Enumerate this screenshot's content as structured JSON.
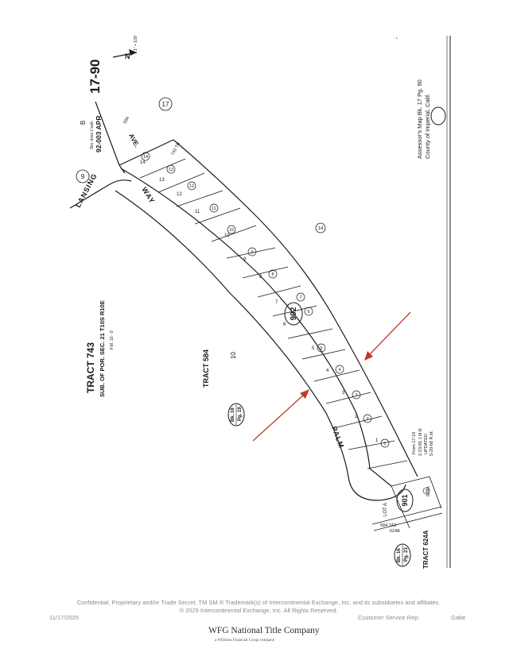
{
  "map": {
    "page_number": "17-90",
    "north_label": "N",
    "scale_label": "1\" = 100'",
    "tax_area_label": "Tax Area Code",
    "tax_area_letter": "B",
    "tax_area_code": "92-003 APR",
    "street_lansing": "LANSING",
    "street_ave": "AVE.",
    "street_way": "WAY",
    "street_palm": "PALM",
    "tract_743_title": "TRACT 743",
    "tract_743_sub": "SUB. OF POR. SEC. 21 T10S R10E",
    "tract_743_fm": "F.M. 10 - 9",
    "tract_584": "TRACT 584",
    "tract_584_top": "584",
    "tract_584_top2": "743 TR",
    "tract_624a": "TRACT 624A",
    "label_624a_1": "624A",
    "label_624a_2": "624A",
    "label_584_743": "584 743",
    "lot_10": "10",
    "lot_a": "LOT A",
    "circle_9": "9",
    "circle_17": "17",
    "circle_14": "14",
    "parcel_902": "902",
    "parcel_901": "901",
    "book_ref_1_line1": "Bk. 16",
    "book_ref_1_line2": "Pg. 19",
    "book_ref_2_line1": "Bk. 16",
    "book_ref_2_line2": "Pg. 23",
    "from_note_1": "From 17-16",
    "from_note_2": "2-23-65 J.M.R",
    "from_note_3": "UPDATED",
    "from_note_4": "5-20-68 R.M.",
    "assessor_line1": "Assessor's Map Bk. 17 Pg. 90",
    "assessor_line2": "County of Imperial, Calif.",
    "lot_numbers": [
      "14",
      "13",
      "12",
      "11",
      "10",
      "9",
      "8",
      "7",
      "6",
      "5",
      "4",
      "3",
      "2",
      "1"
    ],
    "parcel_numbers": [
      "14",
      "13",
      "12",
      "11",
      "10",
      "9",
      "8",
      "7",
      "6",
      "5",
      "4",
      "3",
      "2",
      "1"
    ],
    "parcel_901_number": "1",
    "arrow_color": "#c0392b",
    "line_color": "#1a1a1a"
  },
  "footer": {
    "confidential": "Confidential, Proprietary and/or Trade Secret.  TM SM  ® Trademark(s) of Intercontinental Exchange, Inc. and its subsidiaries and affiliates.",
    "copyright": "© 2025 Intercontinental Exchange, Inc. All Rights Reserved.",
    "date": "11/17/2025",
    "rep_label": "Customer Service Rep:",
    "rep_name": "Gabe"
  },
  "logo": {
    "name": "WFG National Title Company",
    "tagline": "a Williston Financial Group company",
    "accent": "#b8862b"
  }
}
